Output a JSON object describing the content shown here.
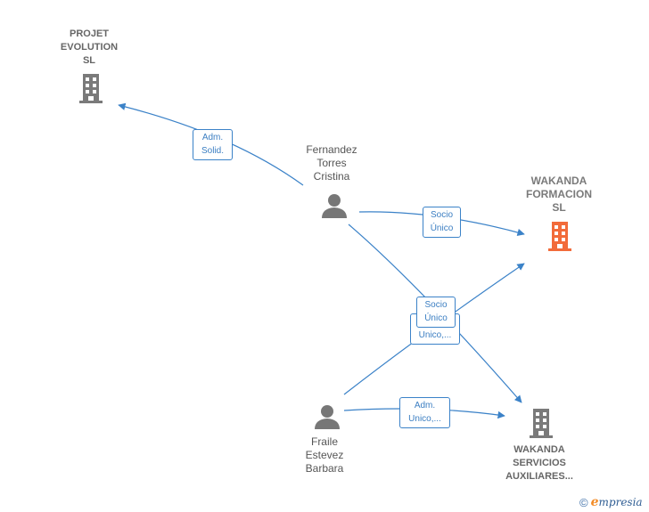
{
  "nodes": {
    "projet": {
      "label": "PROJET\nEVOLUTION\nSL"
    },
    "wakanda_formacion": {
      "label": "WAKANDA\nFORMACION\nSL"
    },
    "wakanda_servicios": {
      "label": "WAKANDA\nSERVICIOS\nAUXILIARES..."
    },
    "fernandez": {
      "label": "Fernandez\nTorres\nCristina"
    },
    "fraile": {
      "label": "Fraile\nEstevez\nBarbara"
    }
  },
  "edges": {
    "adm_solid": {
      "label": "Adm.\nSolid."
    },
    "socio_unico_top": {
      "label": "Socio\nÚnico"
    },
    "socio_unico_mid": {
      "label": "Socio\nÚnico"
    },
    "adm_unico_mid": {
      "label": "Adm.\nUnico,..."
    },
    "adm_unico_bottom": {
      "label": "Adm.\nUnico,..."
    }
  },
  "colors": {
    "edge": "#3b82c8",
    "company_icon": "#7a7a7a",
    "highlight_company_icon": "#f26b3a",
    "person_icon": "#777777"
  },
  "icons": {
    "company": "building-icon",
    "person": "person-icon"
  },
  "watermark": {
    "copyright": "©",
    "brand_initial": "e",
    "brand_rest": "mpresia"
  }
}
